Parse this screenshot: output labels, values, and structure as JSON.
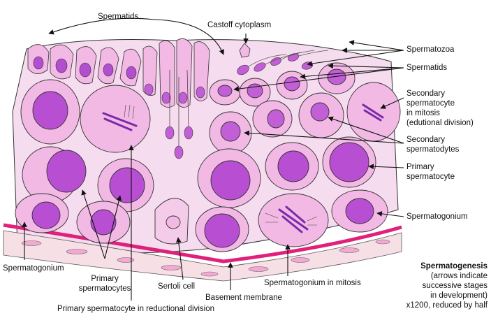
{
  "labels": {
    "spermatids_top": "Spermatids",
    "castoff_cytoplasm": "Castoff cytoplasm",
    "spermatozoa": "Spermatozoa",
    "spermatids_right": "Spermatids",
    "secondary_mitosis_1": "Secondary",
    "secondary_mitosis_2": "spermatocyte",
    "secondary_mitosis_3": "in mitosis",
    "secondary_mitosis_4": "(edutional division)",
    "secondary_sp_1": "Secondary",
    "secondary_sp_2": "spermatodytes",
    "primary_right_1": "Primary",
    "primary_right_2": "spermatocyte",
    "spermatogonium_right": "Spermatogonium",
    "spermatogonium_left": "Spermatogonium",
    "primary_left_1": "Primary",
    "primary_left_2": "spermatocytes",
    "sertoli": "Sertoli cell",
    "basement": "Basement membrane",
    "spermatogonium_mitosis": "Spermatogonium in mitosis",
    "primary_reductional": "Primary spermatocyte in reductional division"
  },
  "caption": {
    "title": "Spermatogenesis",
    "line1": "(arrows indicate",
    "line2": "successive stages",
    "line3": "in development)",
    "line4": "x1200, reduced by half"
  },
  "colors": {
    "tissue": "#f4d6ec",
    "cytoplasm": "#f1b9e4",
    "nucleus": "#c25ed6",
    "chromatin": "#8a2fb0",
    "membrane": "#e0207a",
    "outline": "#2a2a2a"
  }
}
